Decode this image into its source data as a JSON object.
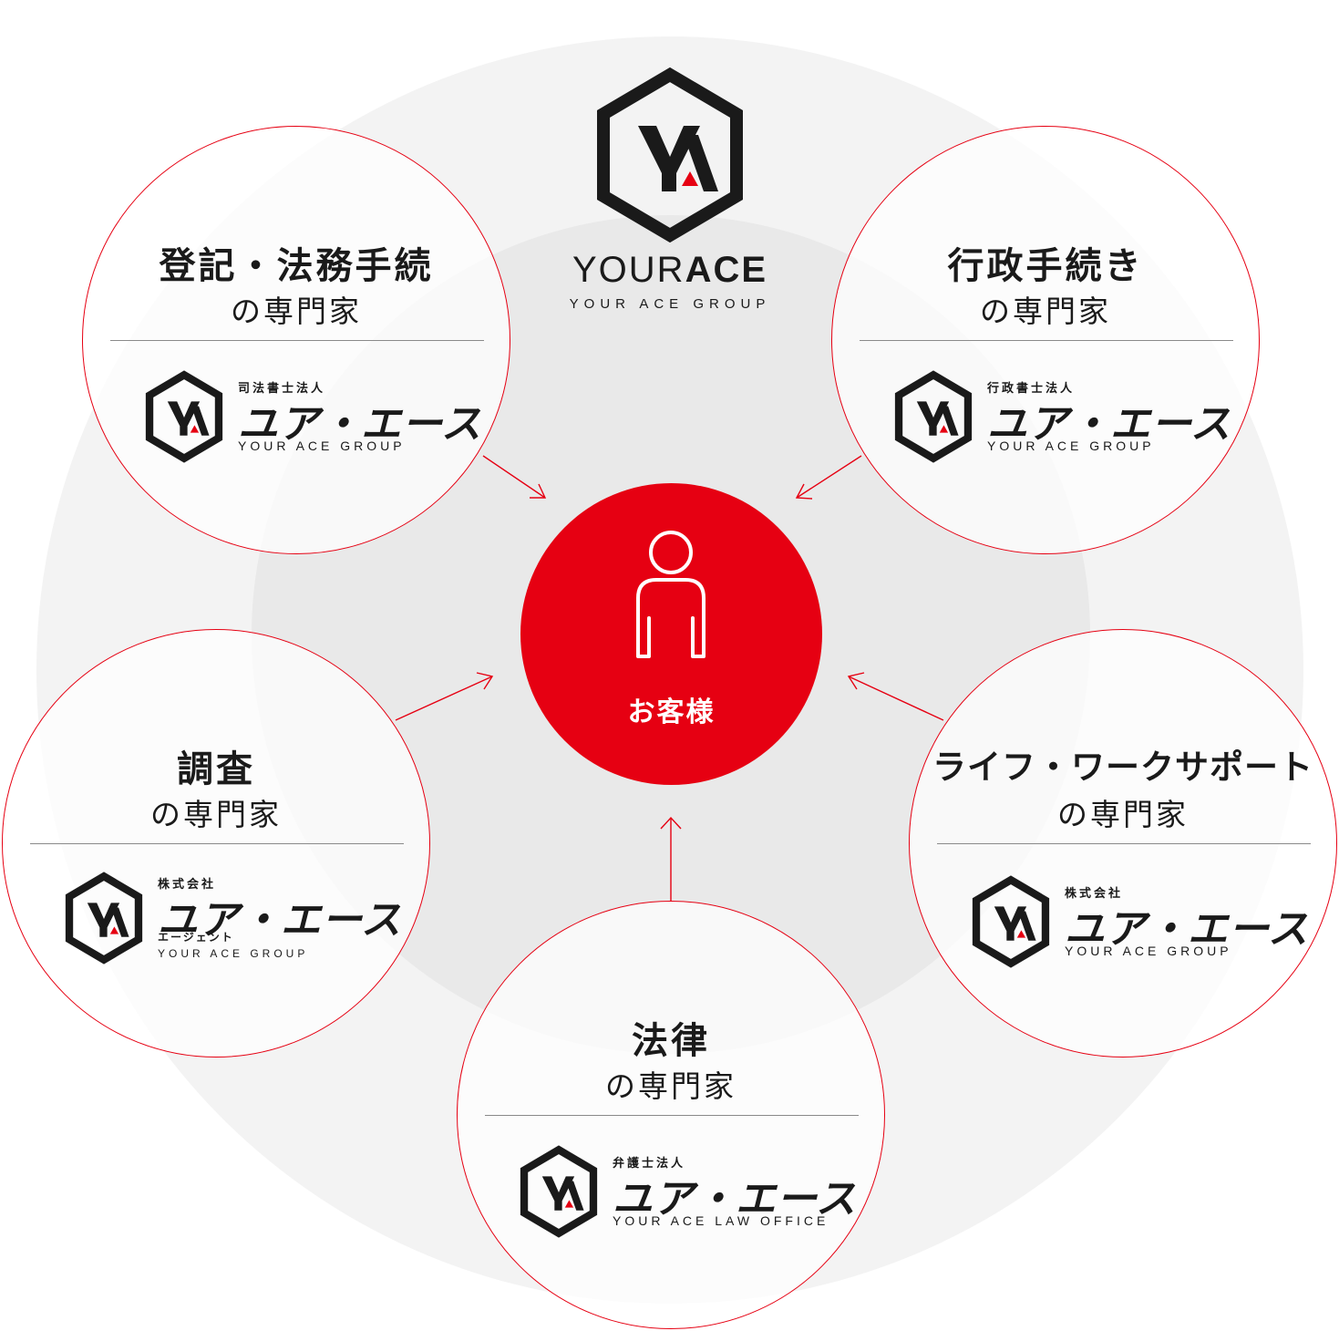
{
  "group": {
    "name_light": "YOUR",
    "name_bold": "ACE",
    "subtitle": "YOUR ACE GROUP"
  },
  "customer": {
    "label": "お客様",
    "icon": "person-outline-icon"
  },
  "specialists": {
    "registration": {
      "title": "登記・法務手続",
      "subtitle": "の専門家",
      "logo_prefix": "司法書士法人",
      "logo_name": "ユア・エース",
      "logo_en": "YOUR ACE GROUP"
    },
    "administrative": {
      "title": "行政手続き",
      "subtitle": "の専門家",
      "logo_prefix": "行政書士法人",
      "logo_name": "ユア・エース",
      "logo_en": "YOUR ACE GROUP"
    },
    "investigation": {
      "title": "調査",
      "subtitle": "の専門家",
      "logo_prefix": "株式会社",
      "logo_name": "ユア・エース",
      "logo_extra": "エージェント",
      "logo_en": "YOUR ACE GROUP"
    },
    "lifework": {
      "title": "ライフ・ワークサポート",
      "subtitle": "の専門家",
      "logo_prefix": "株式会社",
      "logo_name": "ユア・エース",
      "logo_en": "YOUR ACE GROUP"
    },
    "law": {
      "title": "法律",
      "subtitle": "の専門家",
      "logo_prefix": "弁護士法人",
      "logo_name": "ユア・エース",
      "logo_en": "YOUR ACE LAW OFFICE"
    }
  },
  "colors": {
    "accent": "#e60012",
    "text": "#1a1a1a",
    "outer_ring": "#f3f3f3",
    "inner_ring": "#e9e9e9"
  },
  "icons": [
    "ya-hexagon-logo-icon",
    "arrow-right-icon",
    "person-outline-icon"
  ]
}
